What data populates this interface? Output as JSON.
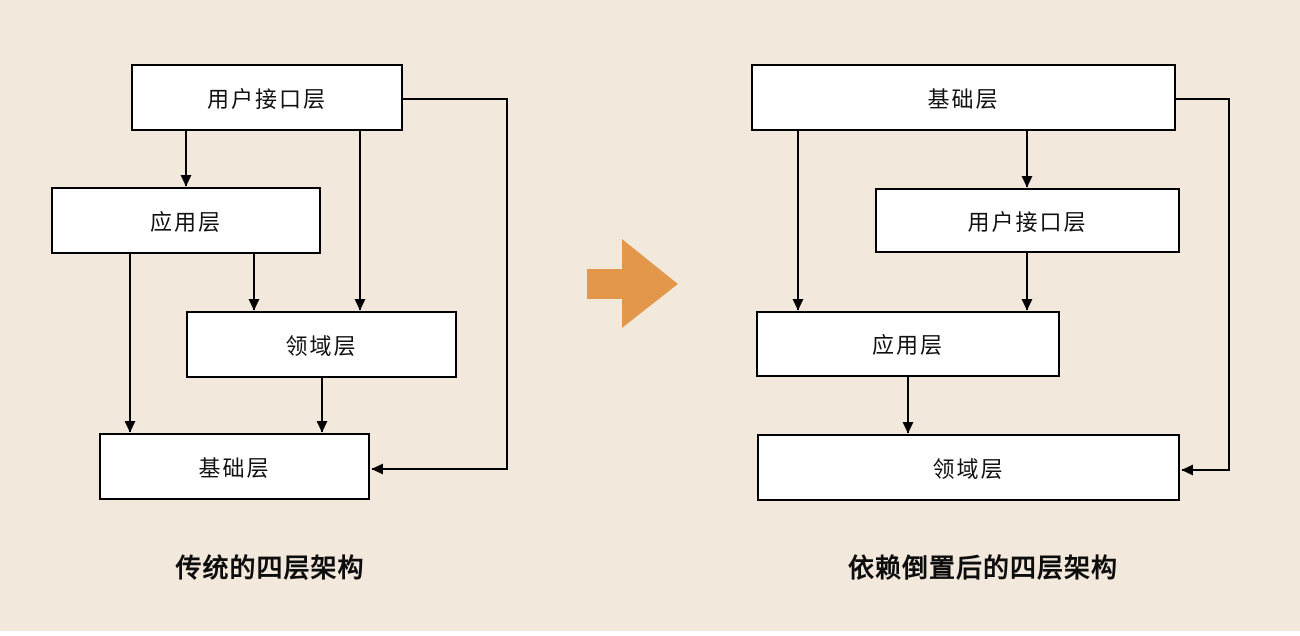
{
  "page": {
    "background_color": "#F2E8DC",
    "bottom_strip_color": "#FFFFFF"
  },
  "left_diagram": {
    "caption": "传统的四层架构",
    "boxes": [
      {
        "label": "用户接口层"
      },
      {
        "label": "应用层"
      },
      {
        "label": "领域层"
      },
      {
        "label": "基础层"
      }
    ],
    "arrows": [
      "用户接口层→应用层",
      "用户接口层→领域层",
      "应用层→领域层",
      "应用层→基础层",
      "领域层→基础层",
      "用户接口层→基础层(右侧绕行)"
    ]
  },
  "right_diagram": {
    "caption": "依赖倒置后的四层架构",
    "boxes": [
      {
        "label": "基础层"
      },
      {
        "label": "用户接口层"
      },
      {
        "label": "应用层"
      },
      {
        "label": "领域层"
      }
    ],
    "arrows": [
      "基础层→应用层",
      "基础层→用户接口层",
      "用户接口层→应用层",
      "应用层→领域层",
      "基础层→领域层(右侧绕行)"
    ]
  },
  "transform_arrow": {
    "icon": "right-arrow-icon",
    "color": "#E2974A"
  },
  "colors": {
    "line": "#000000",
    "box_fill": "#FFFFFF",
    "box_border": "#000000",
    "text": "#111111"
  }
}
